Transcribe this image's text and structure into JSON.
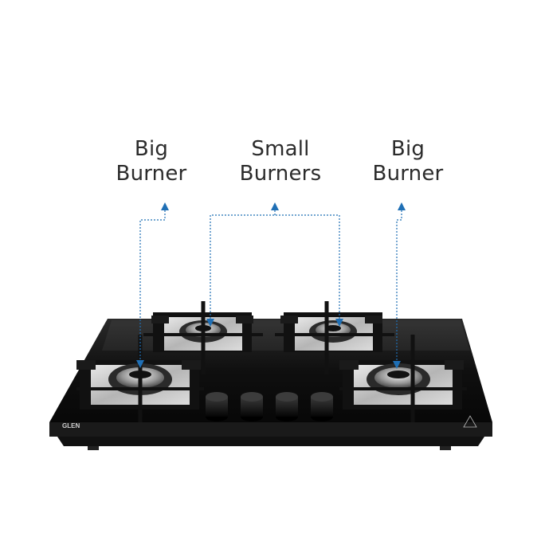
{
  "labels": {
    "left": [
      "Big",
      "Burner"
    ],
    "middle": [
      "Small",
      "Burners"
    ],
    "right": [
      "Big",
      "Burner"
    ]
  },
  "brand": "GLEN",
  "colors": {
    "arrow": "#1f6fb5",
    "glass": "#0d0d0d",
    "steel": "#c9c9c9",
    "text": "#2b2b2b"
  }
}
